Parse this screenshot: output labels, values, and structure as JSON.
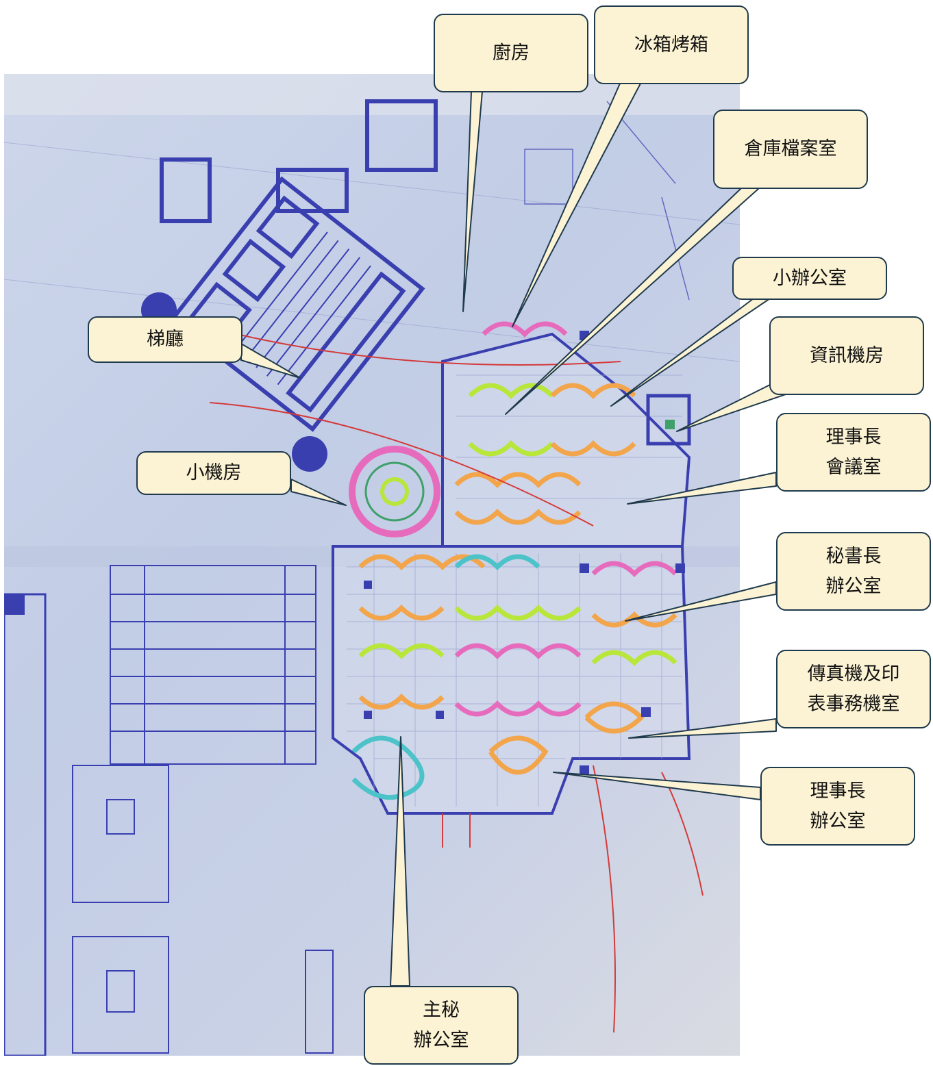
{
  "labels": {
    "kitchen": "廚房",
    "fridge_oven": "冰箱烤箱",
    "storage_archive": "倉庫檔案室",
    "small_office": "小辦公室",
    "it_room": "資訊機房",
    "elevator_hall": "梯廳",
    "chairman_meeting": [
      "理事長",
      "會議室"
    ],
    "small_machine_room": "小機房",
    "secretary_general_office": [
      "秘書長",
      "辦公室"
    ],
    "fax_print_room": [
      "傳真機及印",
      "表事務機室"
    ],
    "chairman_office": [
      "理事長",
      "辦公室"
    ],
    "chief_secretary_office": [
      "主秘",
      "辦公室"
    ]
  },
  "colors": {
    "callout_fill": "#fcf3d4",
    "callout_border": "#1f3a4d",
    "blueprint_ink": "#3a3fb0",
    "highlight_orange": "#f2a54a",
    "highlight_pink": "#e66bbd",
    "highlight_green": "#b8e63a",
    "highlight_teal": "#4cc3c8",
    "red_pencil": "#d43a3a"
  }
}
